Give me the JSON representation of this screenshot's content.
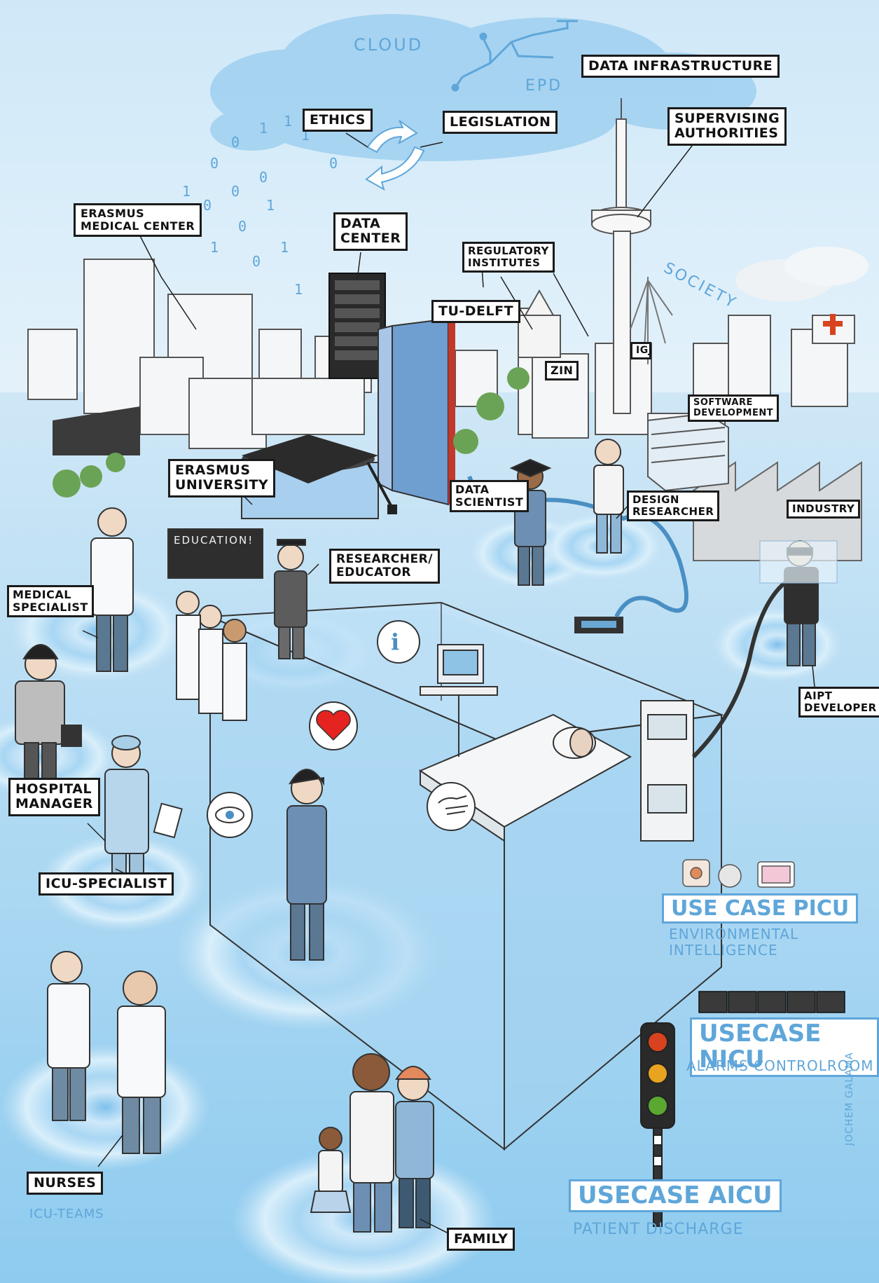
{
  "labels": {
    "cloud": "CLOUD",
    "data_infrastructure": "DATA INFRASTRUCTURE",
    "epd": "EPD",
    "ethics": "ETHICS",
    "legislation": "LEGISLATION",
    "supervising_authorities": [
      "SUPERVISING",
      "AUTHORITIES"
    ],
    "erasmus_medical_center": [
      "ERASMUS",
      "MEDICAL CENTER"
    ],
    "data_center": [
      "DATA",
      "CENTER"
    ],
    "regulatory_institutes": [
      "REGULATORY",
      "INSTITUTES"
    ],
    "society": "SOCIETY",
    "tu_delft": "TU-DELFT",
    "zin": "ZIN",
    "igj": "IGJ",
    "software_development": [
      "SOFTWARE",
      "DEVELOPMENT"
    ],
    "erasmus_university": [
      "ERASMUS",
      "UNIVERSITY"
    ],
    "data_scientist": [
      "DATA",
      "SCIENTIST"
    ],
    "design_researcher": [
      "DESIGN",
      "RESEARCHER"
    ],
    "industry": "INDUSTRY",
    "education": "EDUCATION!",
    "researcher_educator": [
      "RESEARCHER/",
      "EDUCATOR"
    ],
    "medical_specialist": [
      "MEDICAL",
      "SPECIALIST"
    ],
    "aipt_developer": [
      "AIPT",
      "DEVELOPER"
    ],
    "hospital_manager": [
      "HOSPITAL",
      "MANAGER"
    ],
    "icu_specialist": "ICU-SPECIALIST",
    "nurses": "NURSES",
    "icu_teams": "ICU-TEAMS",
    "family": "FAMILY",
    "info_symbol": "i"
  },
  "use_cases": {
    "picu": {
      "title": "USE CASE PICU",
      "subtitle": [
        "ENVIRONMENTAL",
        "INTELLIGENCE"
      ]
    },
    "nicu": {
      "title": "USECASE NICU",
      "subtitle": "ALARMS CONTROLROOM"
    },
    "aicu": {
      "title": "USECASE AICU",
      "subtitle": "PATIENT DISCHARGE"
    }
  },
  "credit": "JOCHEM GALAMA",
  "binary_rain": [
    "0110",
    "1100",
    "0101",
    "1011",
    "0011",
    "1010"
  ],
  "colors": {
    "sky": "#bfe0f5",
    "accent_blue": "#5fa6d9",
    "ring_blue": "#8cc6ec",
    "ink": "#1b1b1b",
    "heart": "#e52320",
    "cap": "#2b2b2b",
    "traffic_red": "#d8421f",
    "traffic_amber": "#e8a420",
    "traffic_green": "#5aa832"
  }
}
